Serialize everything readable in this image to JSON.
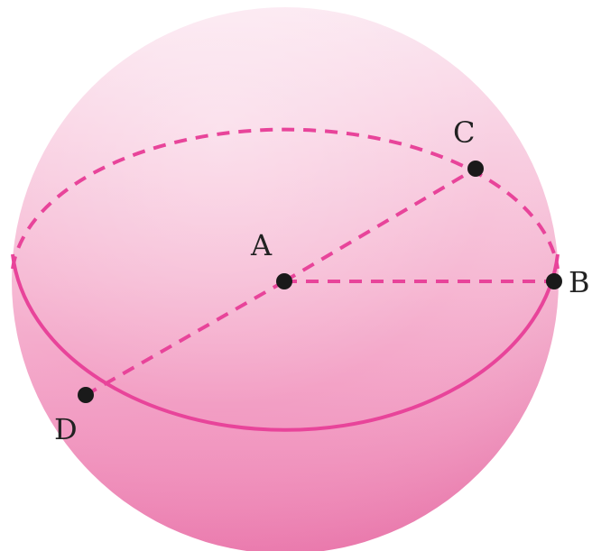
{
  "colors": {
    "sphere_top": "#fbe6f0",
    "sphere_mid": "#f6b8d3",
    "sphere_bottom": "#ee7fb2",
    "line": "#e8449a",
    "point": "#1a1a1a",
    "label": "#222222"
  },
  "points": {
    "center": {
      "label": "A"
    },
    "right": {
      "label": "B"
    },
    "back": {
      "label": "C"
    },
    "front": {
      "label": "D"
    }
  }
}
